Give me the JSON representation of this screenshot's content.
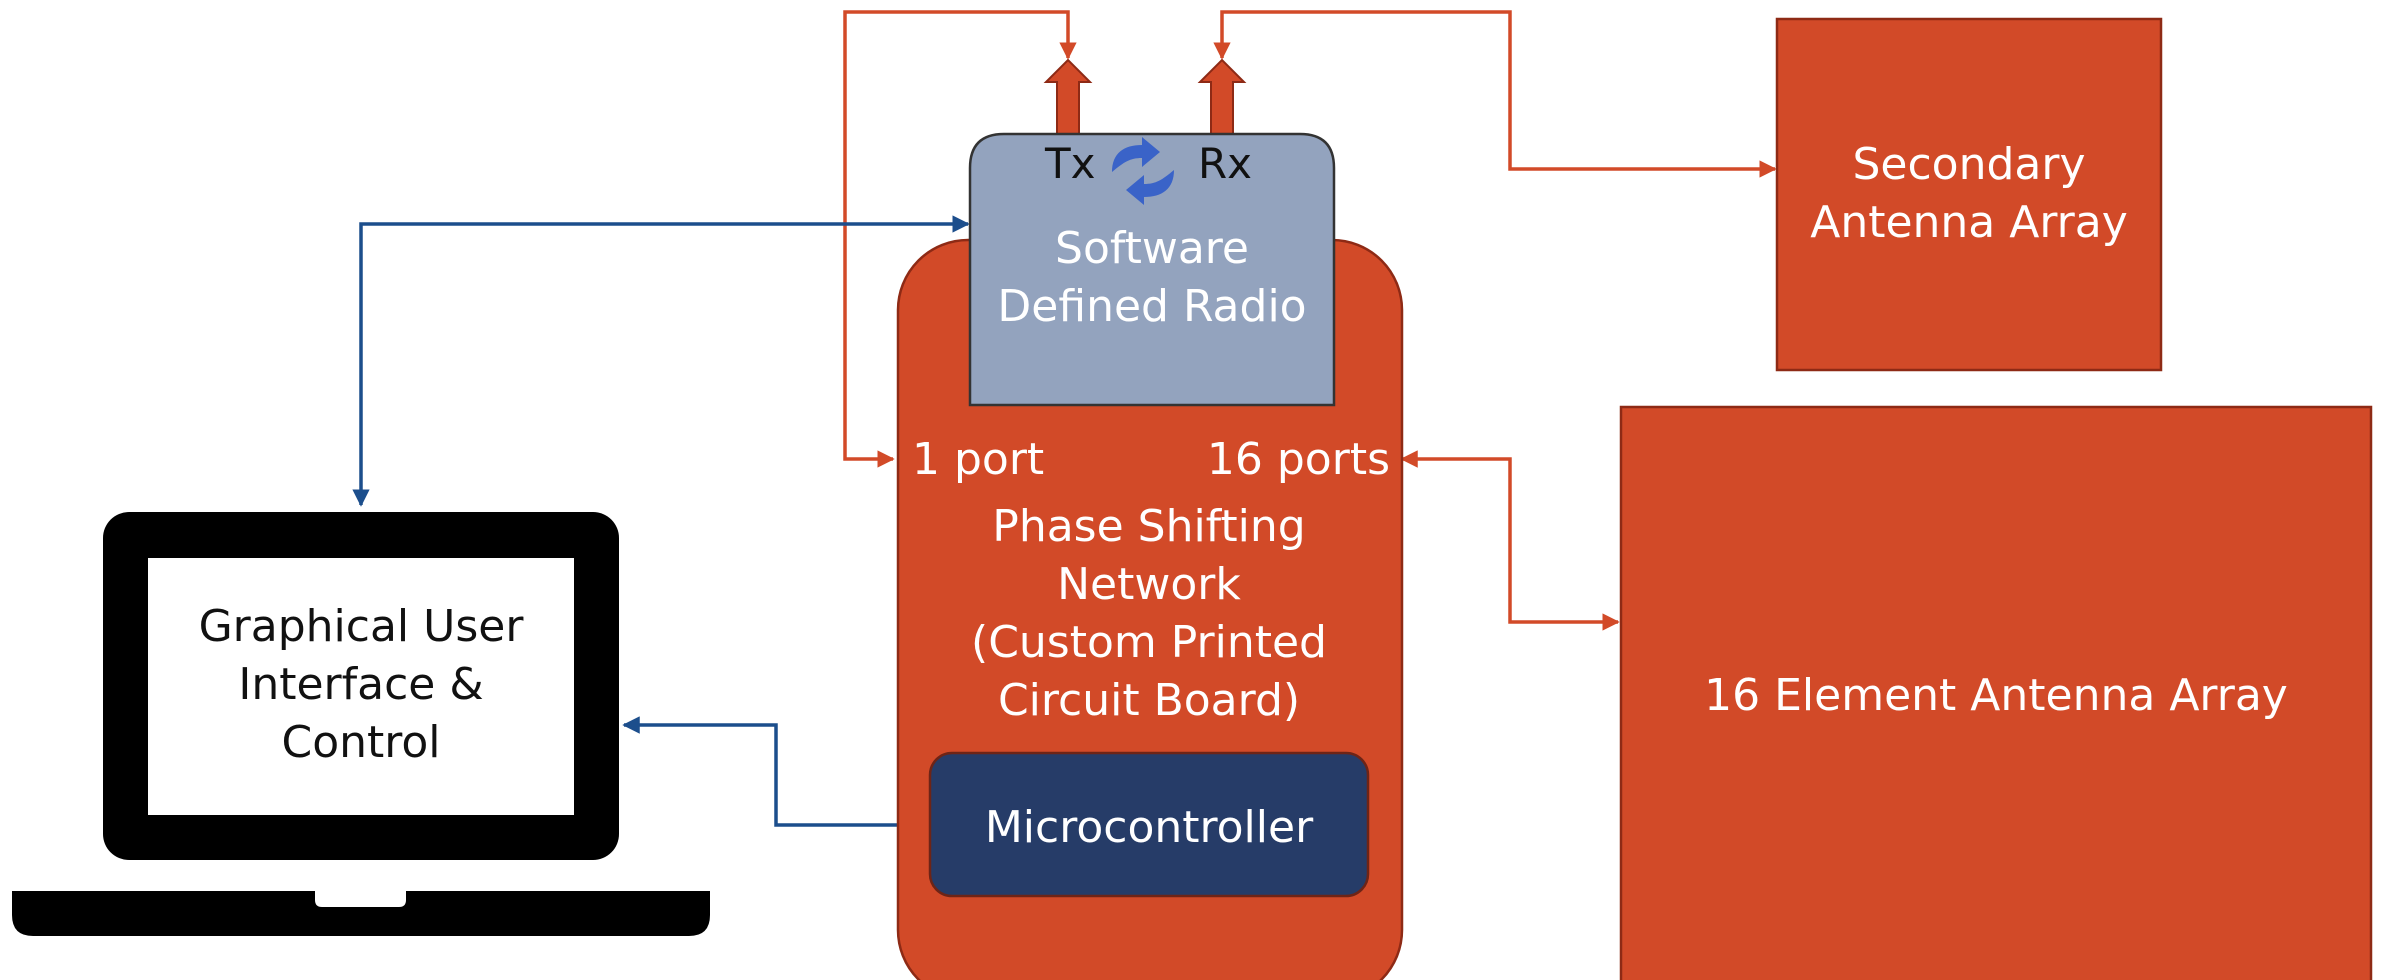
{
  "colors": {
    "orange": "#D24A28",
    "orange_stroke": "#8E2A15",
    "sdr_fill": "#93A3BE",
    "mcu_fill": "#263C68",
    "blue_arrow": "#1C4E8C",
    "swap_icon": "#3A63C8",
    "laptop": "#000000"
  },
  "sdr": {
    "title_line1": "Software",
    "title_line2": "Defined Radio",
    "tx_label": "Tx",
    "rx_label": "Rx",
    "swap_icon": "swap-arrows-icon"
  },
  "psn": {
    "port_left": "1 port",
    "port_right": "16 ports",
    "line1": "Phase Shifting",
    "line2": "Network",
    "line3": "(Custom Printed",
    "line4": "Circuit Board)"
  },
  "mcu": {
    "label": "Microcontroller"
  },
  "laptop": {
    "icon": "laptop-icon",
    "line1": "Graphical User",
    "line2": "Interface &",
    "line3": "Control"
  },
  "secondary_array": {
    "line1": "Secondary",
    "line2": "Antenna Array"
  },
  "main_array": {
    "label": "16 Element Antenna Array"
  }
}
